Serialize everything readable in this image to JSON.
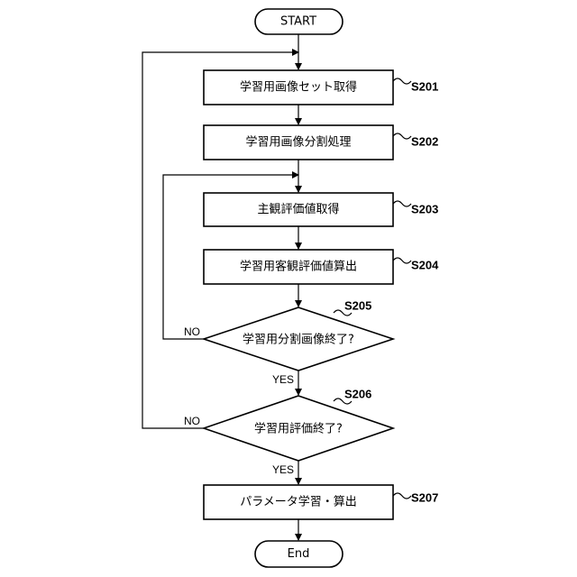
{
  "flowchart": {
    "start": "START",
    "end": "End",
    "steps": [
      {
        "id": "S201",
        "label": "学習用画像セット取得"
      },
      {
        "id": "S202",
        "label": "学習用画像分割処理"
      },
      {
        "id": "S203",
        "label": "主観評価値取得"
      },
      {
        "id": "S204",
        "label": "学習用客観評価値算出"
      },
      {
        "id": "S207",
        "label": "パラメータ学習・算出"
      }
    ],
    "decisions": [
      {
        "id": "S205",
        "label": "学習用分割画像終了?",
        "yes": "YES",
        "no": "NO"
      },
      {
        "id": "S206",
        "label": "学習用評価終了?",
        "yes": "YES",
        "no": "NO"
      }
    ]
  }
}
